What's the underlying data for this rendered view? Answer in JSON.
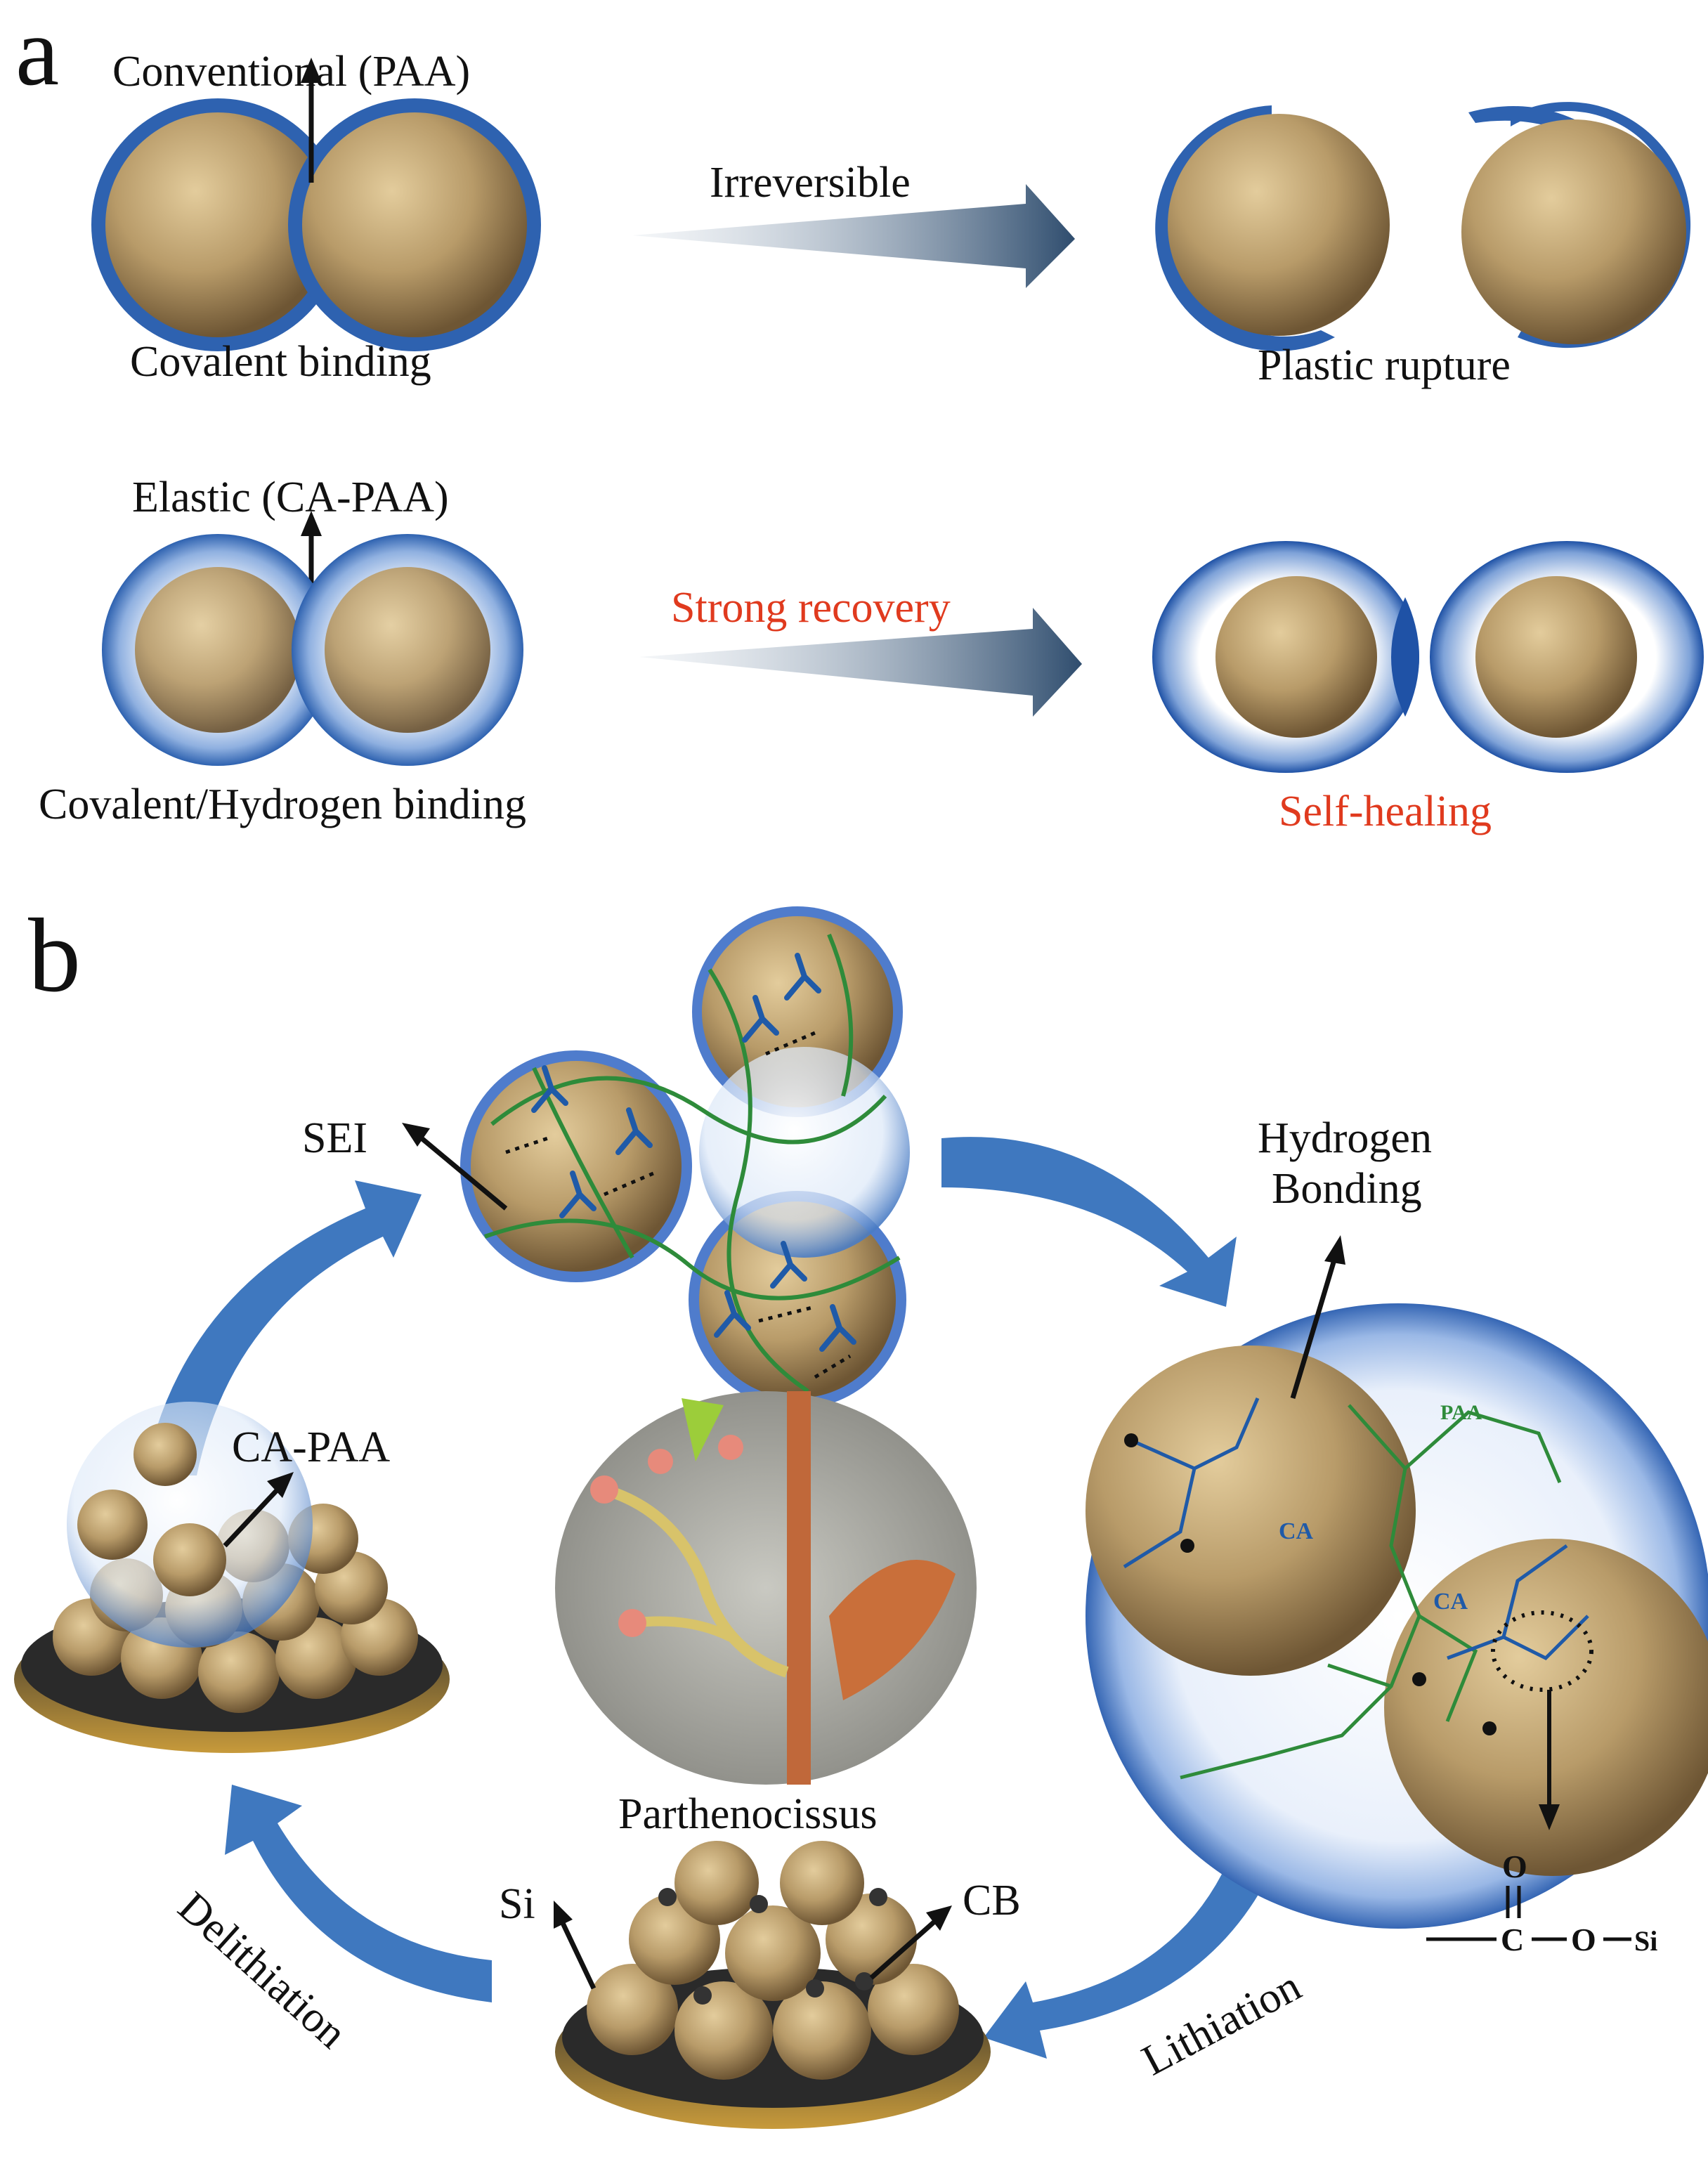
{
  "panel_a": {
    "letter": "a",
    "conventional_label": "Conventional (PAA)",
    "covalent_label": "Covalent binding",
    "irreversible_label": "Irreversible",
    "plastic_label": "Plastic rupture",
    "elastic_label": "Elastic (CA-PAA)",
    "covalent_hydrogen_label": "Covalent/Hydrogen binding",
    "strong_recovery_label": "Strong recovery",
    "self_healing_label": "Self-healing"
  },
  "panel_b": {
    "letter": "b",
    "sei_label": "SEI",
    "hydrogen_label_1": "Hydrogen",
    "hydrogen_label_2": "Bonding",
    "ca_paa_label": "CA-PAA",
    "parthenocissus_label": "Parthenocissus",
    "si_label": "Si",
    "cb_label": "CB",
    "delithiation_label": "Delithiation",
    "lithiation_label": "Lithiation",
    "paa_tag": "PAA",
    "ca_tag_1": "CA",
    "ca_tag_2": "CA",
    "formula": {
      "o": "O",
      "c": "C",
      "o2": "O",
      "si": "Si"
    }
  },
  "colors": {
    "text": "#111111",
    "red_text": "#e03a1e",
    "arrow_blue": "#3f78bf",
    "shell_blue": "#2e62b0",
    "particle": "#b69a6a",
    "polymer_green": "#2e8b3a",
    "chain_blue": "#1f5aa8"
  }
}
